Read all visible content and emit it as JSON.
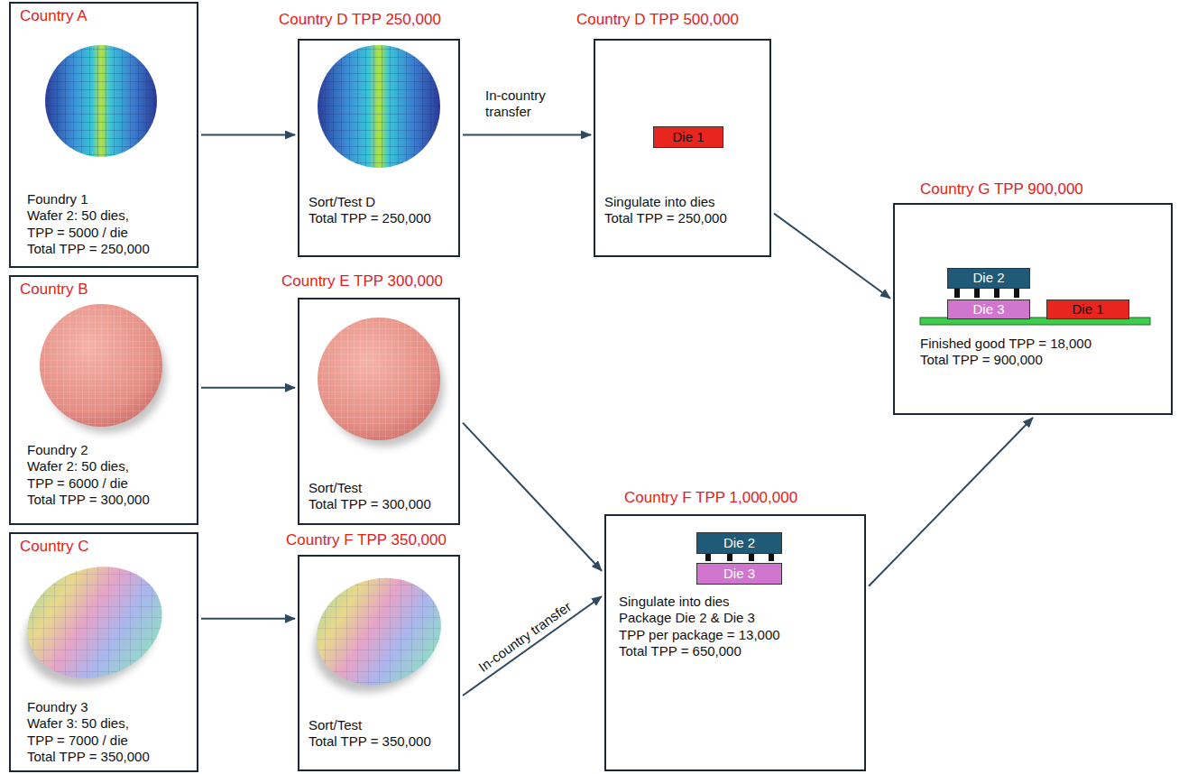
{
  "diagram": {
    "nodes": [
      {
        "text": [
          "Country A",
          "Foundry 1",
          "Wafer 2: 50 dies,",
          "TPP = 5000 / die",
          "Total TPP = 250,000"
        ]
      },
      {
        "text": [
          "Country D TPP 250,000",
          "Sort/Test D",
          "Total TPP = 250,000"
        ]
      },
      {
        "text": [
          "Country D TPP 500,000",
          "Singulate into dies",
          "Total TPP = 250,000"
        ]
      },
      {
        "text": [
          "Die 1"
        ],
        "in": 2
      },
      {
        "text": [
          "Country G TPP 900,000",
          "Finished good TPP = 18,000",
          "Total TPP = 900,000"
        ]
      },
      {
        "text": [
          "Die 2"
        ],
        "in": 4
      },
      {
        "text": [
          "Die 3"
        ],
        "in": 4
      },
      {
        "text": [
          "Die 1"
        ],
        "in": 4
      },
      {
        "text": [
          "Country B",
          "Foundry 2",
          "Wafer 2: 50 dies,",
          "TPP = 6000 / die",
          "Total TPP = 300,000"
        ]
      },
      {
        "text": [
          "Country E TPP 300,000",
          "Sort/Test",
          "Total TPP = 300,000"
        ]
      },
      {
        "text": [
          "Country C",
          "Foundry 3",
          "Wafer 3: 50 dies,",
          "TPP = 7000 / die",
          "Total TPP = 350,000"
        ]
      },
      {
        "text": [
          "Country F TPP 350,000",
          "Sort/Test",
          "Total TPP = 350,000"
        ]
      },
      {
        "text": [
          "Country F TPP 1,000,000",
          "Singulate into dies",
          "Package Die 2 & Die 3",
          "TPP per package = 13,000",
          "Total TPP = 650,000"
        ]
      },
      {
        "text": [
          "Die 2"
        ],
        "in": 12
      },
      {
        "text": [
          "Die 3"
        ],
        "in": 12
      }
    ],
    "edges": [
      {
        "from": 0,
        "to": 1,
        "arrow": "to"
      },
      {
        "from": 1,
        "to": 2,
        "label": "In-country transfer",
        "arrow": "to"
      },
      {
        "from": 2,
        "to": 4,
        "arrow": "to"
      },
      {
        "from": 8,
        "to": 9,
        "arrow": "to"
      },
      {
        "from": 9,
        "to": 12,
        "arrow": "to"
      },
      {
        "from": 10,
        "to": 11,
        "arrow": "to"
      },
      {
        "from": 11,
        "to": 12,
        "label": "In-country transfer",
        "arrow": "to"
      },
      {
        "from": 12,
        "to": 4,
        "arrow": "to"
      }
    ]
  }
}
